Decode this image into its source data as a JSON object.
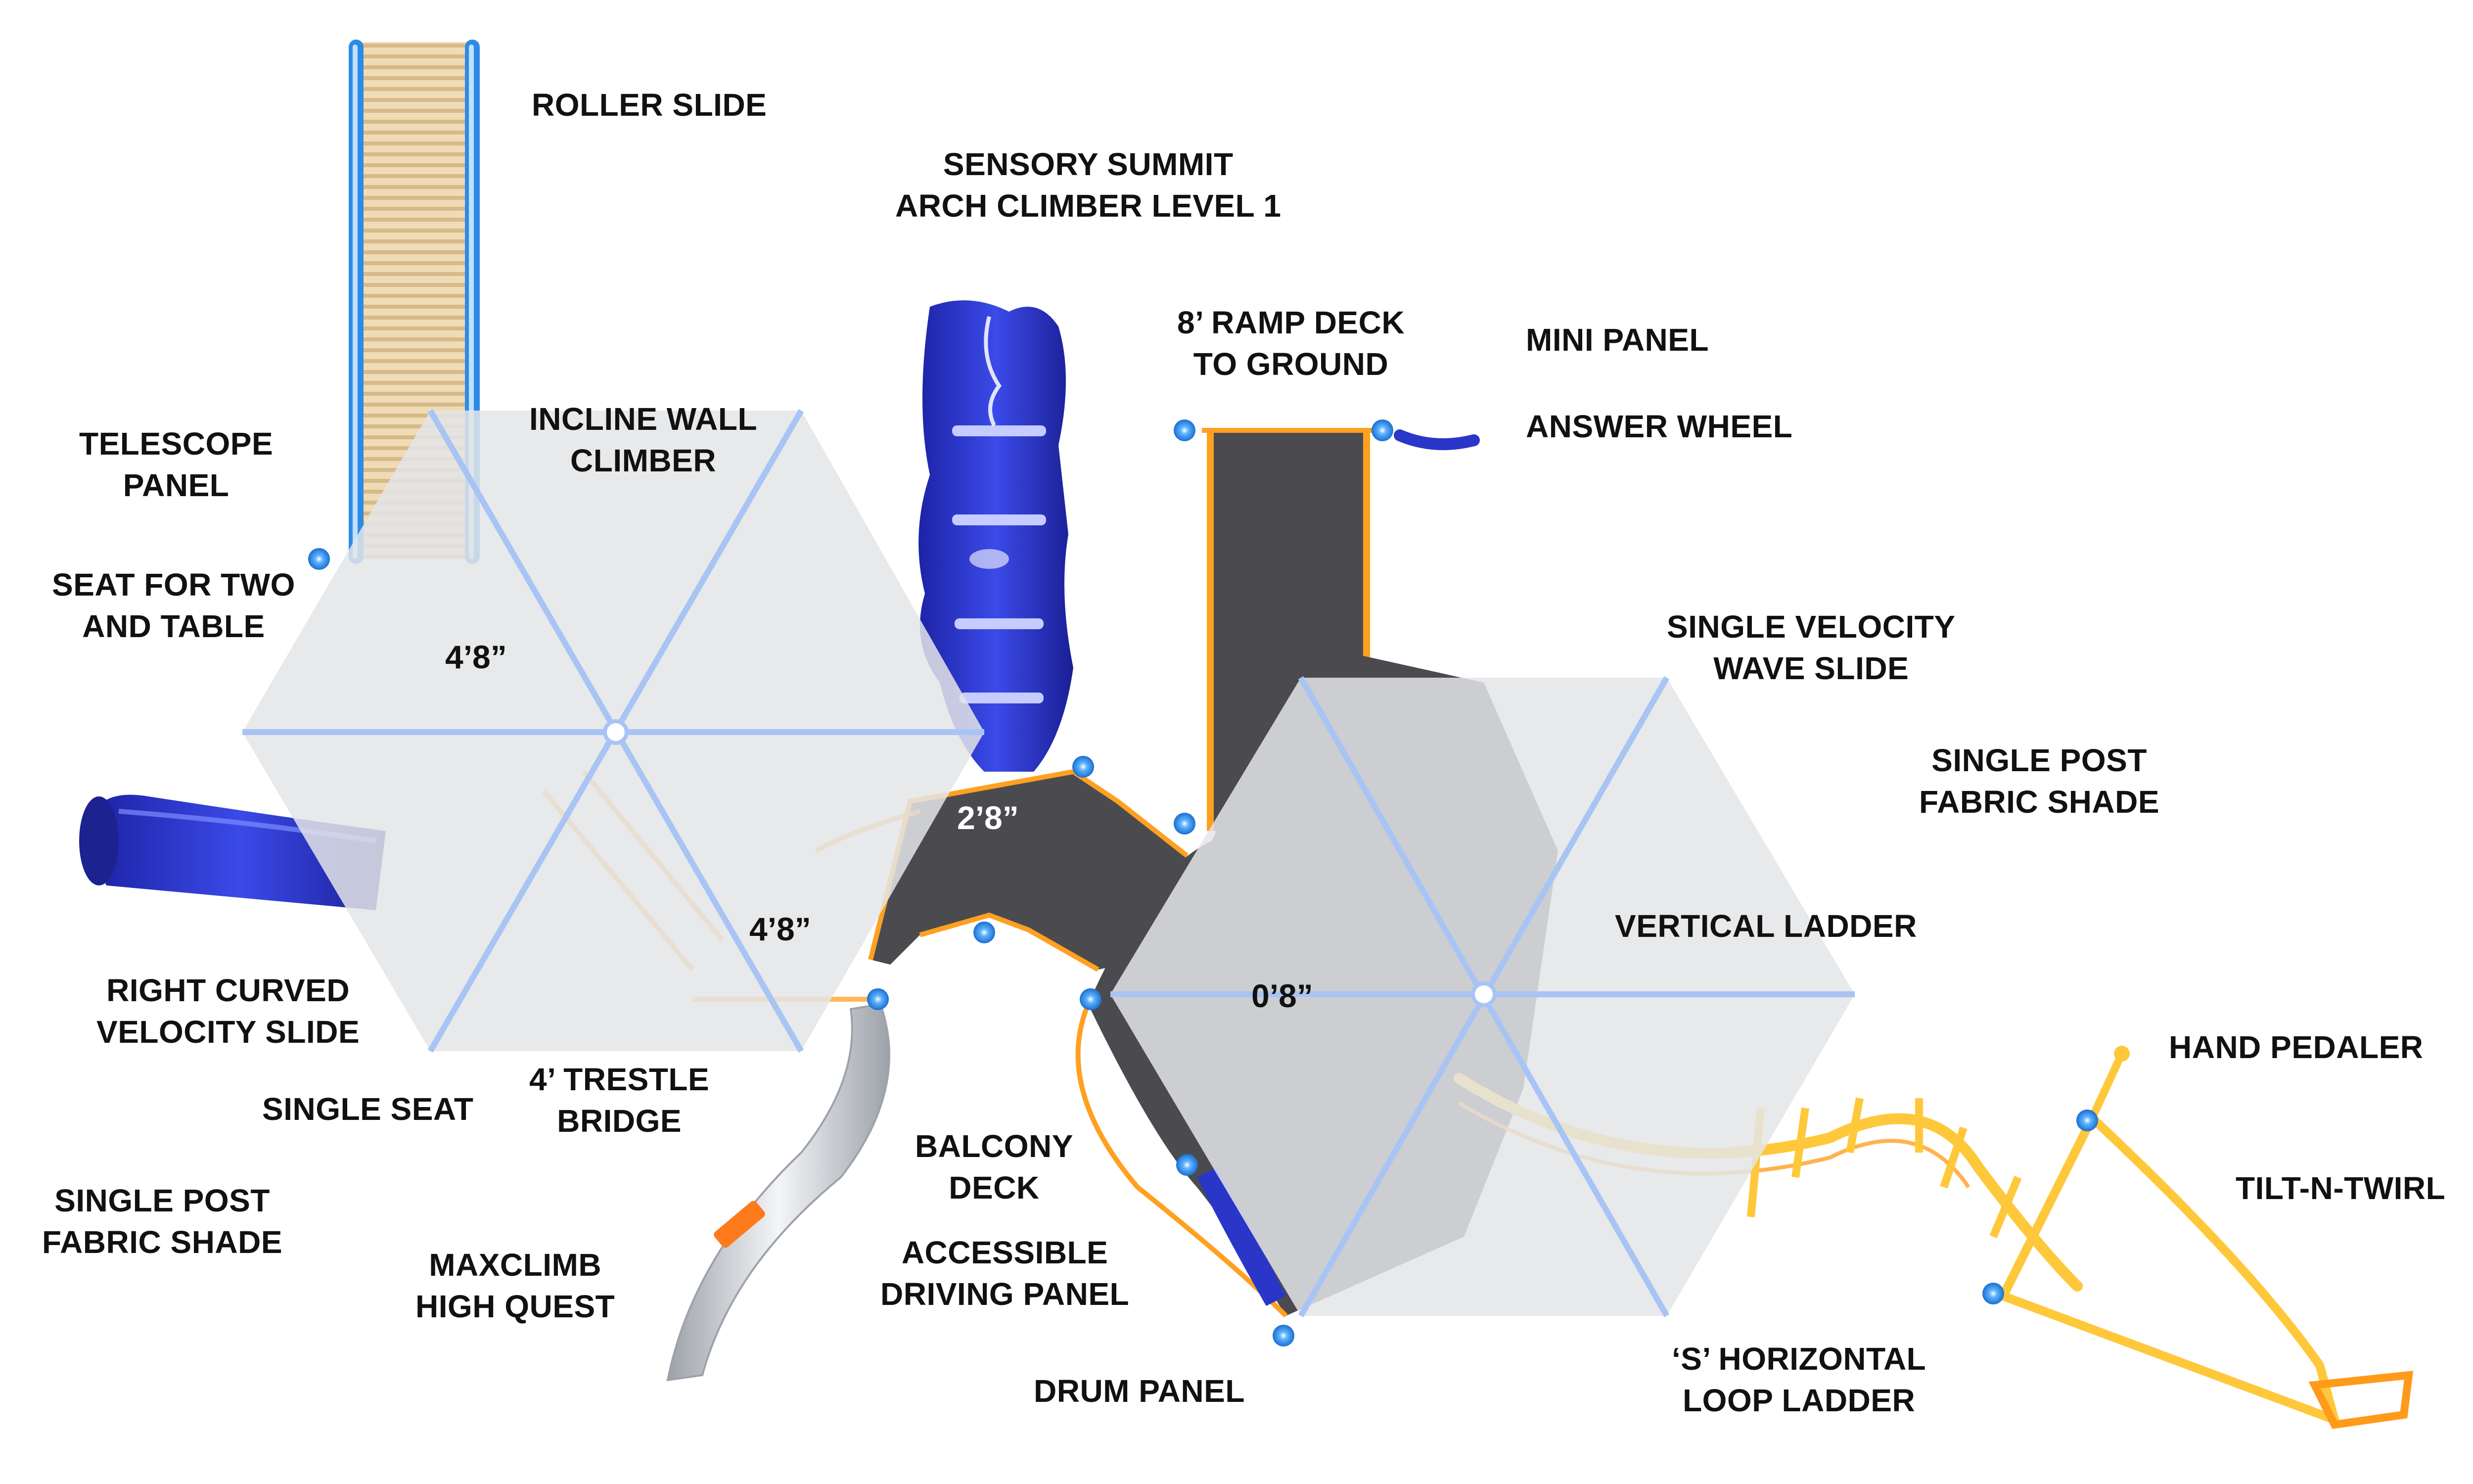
{
  "labels": {
    "roller_slide": "ROLLER SLIDE",
    "sensory_summit": [
      "SENSORY SUMMIT",
      "ARCH CLIMBER LEVEL 1"
    ],
    "ramp_deck": [
      "8’ RAMP DECK",
      "TO GROUND"
    ],
    "mini_panel": "MINI PANEL",
    "answer_wheel": "ANSWER WHEEL",
    "telescope_panel": [
      "TELESCOPE",
      "PANEL"
    ],
    "incline_wall": [
      "INCLINE WALL",
      "CLIMBER"
    ],
    "seat_for_two": [
      "SEAT FOR TWO",
      "AND TABLE"
    ],
    "single_velocity": [
      "SINGLE VELOCITY",
      "WAVE SLIDE"
    ],
    "single_post_right": [
      "SINGLE POST",
      "FABRIC SHADE"
    ],
    "vertical_ladder": "VERTICAL LADDER",
    "right_curved": [
      "RIGHT CURVED",
      "VELOCITY SLIDE"
    ],
    "single_seat": "SINGLE SEAT",
    "trestle_bridge": [
      "4’ TRESTLE",
      "BRIDGE"
    ],
    "balcony_deck": [
      "BALCONY",
      "DECK"
    ],
    "hand_pedaler": "HAND PEDALER",
    "tilt_n_twirl": "TILT-N-TWIRL",
    "single_post_left": [
      "SINGLE POST",
      "FABRIC SHADE"
    ],
    "maxclimb": [
      "MAXCLIMB",
      "HIGH QUEST"
    ],
    "accessible_driving": [
      "ACCESSIBLE",
      "DRIVING PANEL"
    ],
    "drum_panel": "DRUM PANEL",
    "s_horizontal": [
      "‘S’ HORIZONTAL",
      "LOOP LADDER"
    ]
  },
  "deck_heights": {
    "upper_left_deck": "4’8”",
    "center_deck": "2’8”",
    "lower_left_deck": "4’8”",
    "right_deck": "0’8”"
  },
  "colors": {
    "blue_component": "#2a36c8",
    "light_blue": "#5aa7ff",
    "deck_gray": "#4b4b4f",
    "orange_trim": "#ffa020",
    "yellow_ladder": "#ffc83a",
    "shade_fabric": "#e4e5e8",
    "shade_frame": "#a8c4f4",
    "connector": "#2f8ae6",
    "roller_tan": "#e8d3a8",
    "silver": "#c9cdd3"
  }
}
